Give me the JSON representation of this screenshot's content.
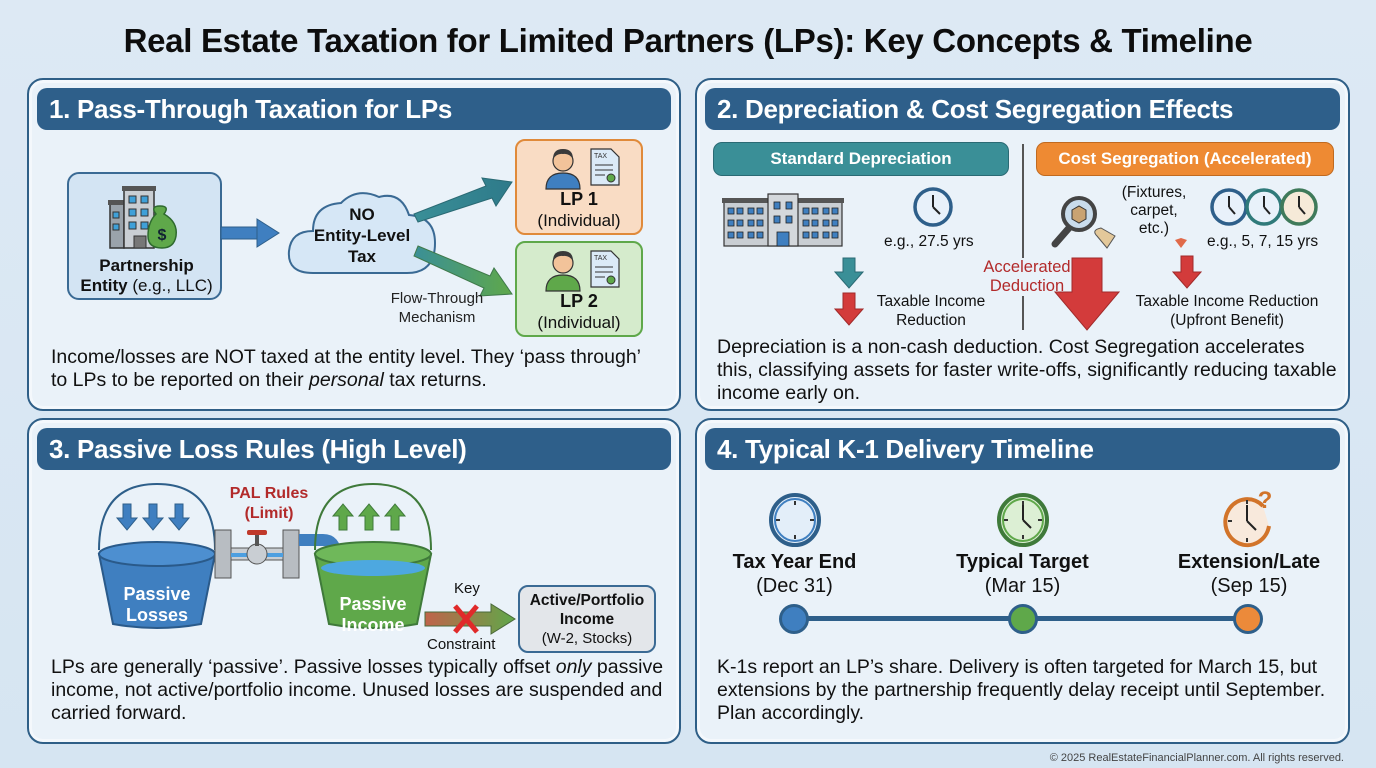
{
  "title": "Real Estate Taxation for Limited Partners (LPs): Key Concepts & Timeline",
  "panels": {
    "pass_through": {
      "header": "1. Pass-Through Taxation for LPs",
      "entity_label_bold": "Partnership",
      "entity_label_line2_bold": "Entity",
      "entity_label_line2_rest": " (e.g., LLC)",
      "cloud_line1": "NO",
      "cloud_line2": "Entity-Level",
      "cloud_line3": "Tax",
      "flow_label_line1": "Flow-Through",
      "flow_label_line2": "Mechanism",
      "lp1_name": "LP 1",
      "lp1_type": "(Individual)",
      "lp2_name": "LP 2",
      "lp2_type": "(Individual)",
      "doc_label": "TAX",
      "desc_part1": "Income/losses are NOT taxed at the entity level. They ‘pass through’ to LPs to be reported on their ",
      "desc_italic": "personal",
      "desc_part2": " tax returns."
    },
    "depreciation": {
      "header": "2. Depreciation & Cost Segregation Effects",
      "standard_label": "Standard Depreciation",
      "standard_period": "e.g., 27.5 yrs",
      "standard_result_line1": "Taxable Income",
      "standard_result_line2": "Reduction",
      "costseg_label": "Cost Segregation (Accelerated)",
      "costseg_items_line1": "(Fixtures,",
      "costseg_items_line2": "carpet,",
      "costseg_items_line3": "etc.)",
      "costseg_period": "e.g., 5, 7, 15 yrs",
      "accelerated_line1": "Accelerated",
      "accelerated_line2": "Deduction",
      "costseg_result_line1": "Taxable Income Reduction",
      "costseg_result_line2": "(Upfront Benefit)",
      "description": "Depreciation is a non-cash deduction. Cost Segregation accelerates this, classifying assets for faster write-offs, significantly reducing taxable income early on."
    },
    "passive_loss": {
      "header": "3. Passive Loss Rules (High Level)",
      "bucket1_line1": "Passive",
      "bucket1_line2": "Losses",
      "valve_line1": "PAL Rules",
      "valve_line2": "(Limit)",
      "bucket2_line1": "Passive",
      "bucket2_line2": "Income",
      "key_label": "Key",
      "constraint_label": "Constraint",
      "active_line1": "Active/Portfolio",
      "active_line2": "Income",
      "active_line3": "(W-2, Stocks)",
      "desc_part1": "LPs are generally ‘passive’. Passive losses typically offset ",
      "desc_italic": "only",
      "desc_part2": " passive income, not active/portfolio income. Unused losses are suspended and carried forward."
    },
    "k1_timeline": {
      "header": "4. Typical K-1 Delivery Timeline",
      "milestones": [
        {
          "label": "Tax Year End",
          "date": "(Dec 31)",
          "color": "#3f7fc0"
        },
        {
          "label": "Typical Target",
          "date": "(Mar 15)",
          "color": "#5fa84a"
        },
        {
          "label": "Extension/Late",
          "date": "(Sep 15)",
          "color": "#ec8a3a"
        }
      ],
      "description": "K-1s report an LP’s share. Delivery is often targeted for March 15, but extensions by the partnership frequently delay receipt until September. Plan accordingly."
    }
  },
  "colors": {
    "header_bg": "#2e5f8a",
    "teal": "#3a8f97",
    "orange": "#ee8a33",
    "red": "#d33b3b",
    "dark_red": "#b22a2a",
    "green": "#5fa84a",
    "blue": "#3f7fc0"
  },
  "footer": "© 2025 RealEstateFinancialPlanner.com. All rights reserved."
}
